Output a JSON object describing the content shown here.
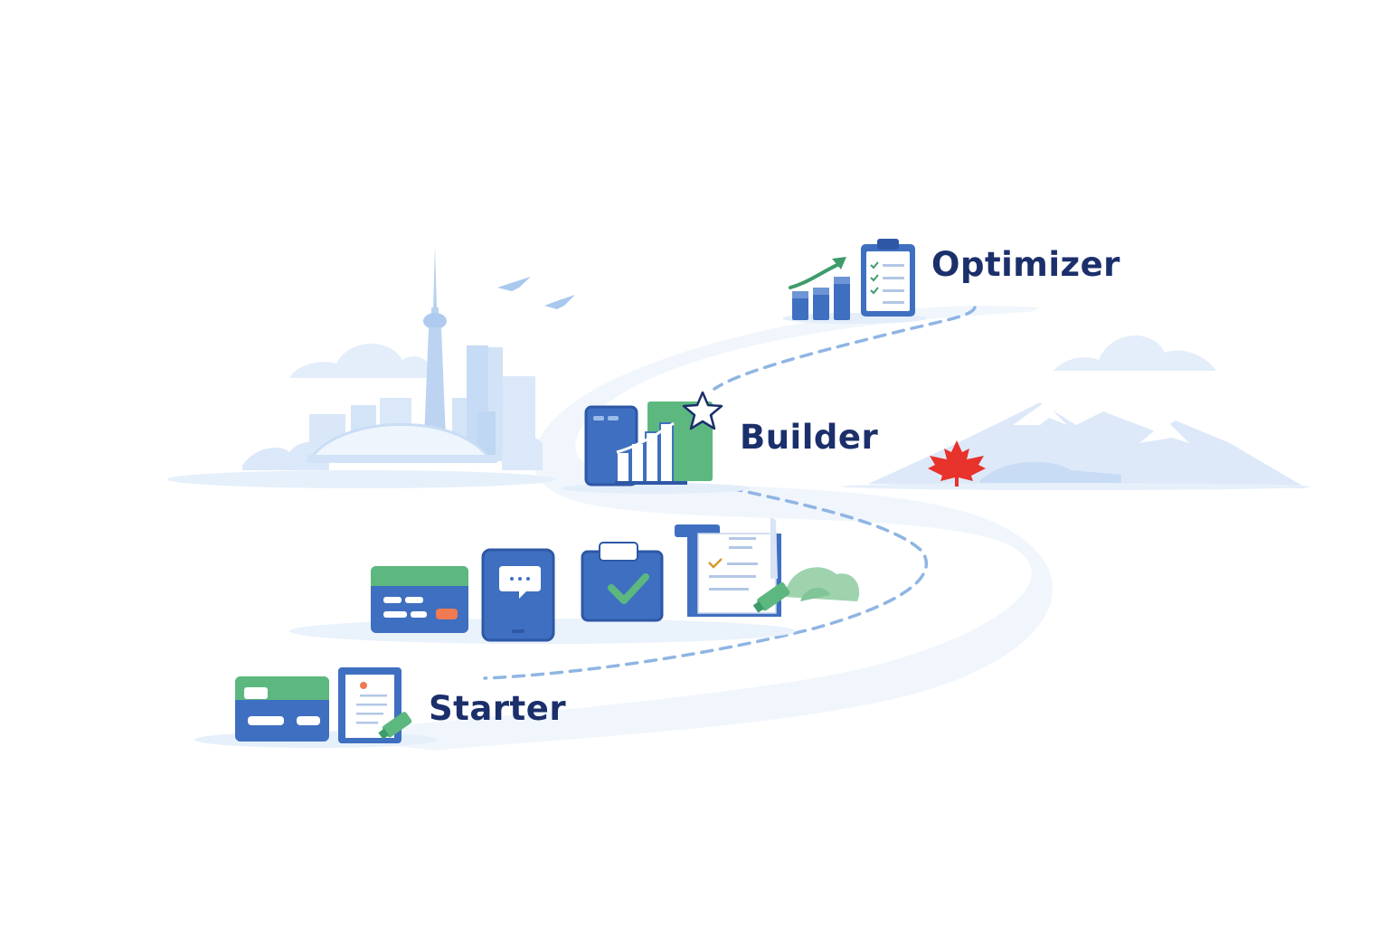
{
  "journey": {
    "stages": [
      {
        "id": "starter",
        "label": "Starter"
      },
      {
        "id": "builder",
        "label": "Builder"
      },
      {
        "id": "optimizer",
        "label": "Optimizer"
      }
    ]
  },
  "colors": {
    "navy_text": "#1b2f6b",
    "icon_blue": "#3f6fc0",
    "icon_blue_dark": "#2e58a6",
    "icon_green": "#5cb87f",
    "skyline_blue": "#cfe2f8",
    "path_fill": "#eef5fc",
    "dash_blue": "#8fb5e3",
    "maple_red": "#e8322c",
    "orange_accent": "#f07a52"
  },
  "icons": {
    "scenery": [
      "cloud-icon",
      "cn-tower-icon",
      "skyline-icon",
      "bird-icon",
      "mountain-icon",
      "maple-leaf-icon",
      "bush-icon"
    ],
    "starter": [
      "credit-card-icon",
      "document-pen-icon"
    ],
    "middle": [
      "credit-card-icon",
      "phone-chat-icon",
      "clipboard-check-icon",
      "report-pen-icon"
    ],
    "builder": [
      "phone-icon",
      "growth-chart-icon",
      "star-icon"
    ],
    "optimizer": [
      "bar-chart-arrow-icon",
      "checklist-clipboard-icon"
    ]
  }
}
